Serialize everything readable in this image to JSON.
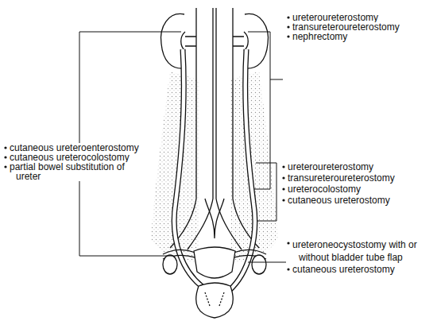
{
  "diagram": {
    "labels": [
      "ureteroureterostomy",
      "transureteroureterostomy",
      "nephrectomy",
      "cutaneous ureteroenterostomy",
      "cutaneous ureterocolostomy",
      "partial bowel substitution of ureter",
      "ureteroureterostomy",
      "transureteroureterostomy",
      "ureterocolostomy",
      "cutaneous ureterostomy",
      "ureteroneocystostomy with or without bladder tube flap",
      "cutaneous ureterostomy"
    ]
  }
}
